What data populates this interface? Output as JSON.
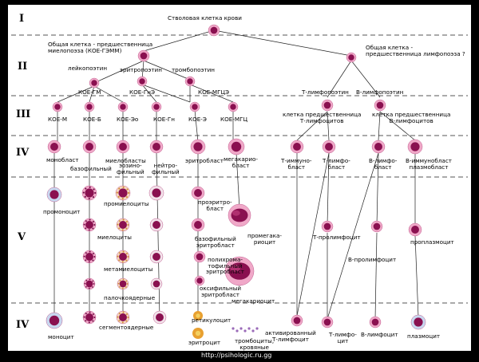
{
  "rows": [
    "I",
    "II",
    "III",
    "IV",
    "V",
    "IV"
  ],
  "top": {
    "stem": "Стволовая клетка крови",
    "myelo": "Общая клетка - предшественница\nмиелопоэза (КОЕ-ГЭММ)",
    "lympho": "Общая клетка -\nпредшественница лимфопоэза ?"
  },
  "factors": {
    "leuko": "лейкопоэтин",
    "erythro": "эритропоэтин",
    "thrombo": "тромбопоэтин",
    "tlp": "Т-лимфопоэтин",
    "blp": "В-лимфопоэтин"
  },
  "row2": {
    "gm": "КОЕ-ГМ",
    "gie": "КОЕ-ГнЭ",
    "mgce": "КОЕ-МГЦЭ"
  },
  "row3": {
    "m": "КОЕ-М",
    "b": "КОЕ-Б",
    "eo": "КОЕ-Эо",
    "gn": "КОЕ-Гн",
    "e": "КОЕ-Э",
    "mgc": "КОЕ-МГЦ",
    "tpre": "клетка предшественница\nТ-лимфоцитов",
    "bpre": "клетка предшественница\nВ-лимфоцитов"
  },
  "row4": {
    "monoblast": "монобласт",
    "myeloblasts": "миелобласты",
    "baso": "базофильный",
    "eosino": "эозино-\nфильный",
    "neutro": "нейтро-\nфильный",
    "erythroblast": "эритробласт",
    "megakaryoblast": "мегакарио-\nбласт",
    "timmuno": "Т-иммуно-\nбласт",
    "tlymphoblast": "Т-лимфо-\nбласт",
    "blymphoblast": "В-лимфо-\nбласт",
    "bimmuno": "В-иммунобласт\nплазмобласт"
  },
  "row5": {
    "promonocyte": "промоноцит",
    "promyelocytes": "промиелоциты",
    "myelocytes": "миелоциты",
    "metamyelocytes": "метамиелоциты",
    "band": "палочкоядерные",
    "proerythro": "проэритро-\nбласт",
    "basoerythro": "базофильный\nэритробласт",
    "polychrom": "полихрома-\nтофильный\nэритробласт",
    "oxyphil": "оксифильный\nэритробласт",
    "promegakaryocyte": "промегака-\nриоцит",
    "megakaryocyte": "мегакариоцит",
    "tprolympho": "Т-пролимфоцит",
    "bprolympho": "В-пролимфоцит",
    "proplasmocyte": "проплазмоцит"
  },
  "row6": {
    "monocyte": "моноцит",
    "segmented": "сегментоядерные",
    "reticulocyte": "ретикулоцит",
    "erythrocyte": "эритроцит",
    "platelets": "тромбоциты,\nкровяные",
    "activatedT": "активированный\nТ-лимфоцит",
    "tlymphocyte": "Т-лимфо-\nцит",
    "blymphocyte": "В-лимфоцит",
    "plasmocyte": "плазмоцит"
  },
  "url": "http://psihologic.ru.gg",
  "colors": {
    "nucleus": "#8a1050",
    "cytoplasm": "#f0a8c8",
    "granule_eo": "#d08a30",
    "rbc": "#e8a030",
    "line": "#222"
  }
}
